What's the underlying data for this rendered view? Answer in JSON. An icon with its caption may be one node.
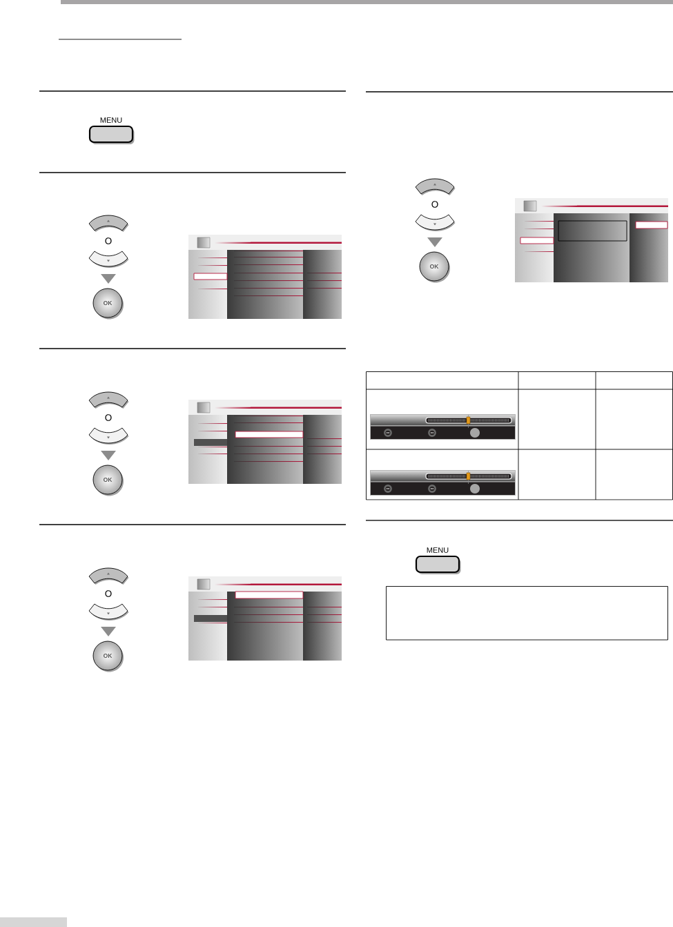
{
  "diagram": {
    "nodes": [
      {
        "text": [],
        "shape": "box"
      }
    ],
    "labels": [
      "MENU",
      "O",
      "OK",
      "O",
      "OK",
      "O",
      "OK",
      "O",
      "OK",
      "MENU"
    ]
  }
}
